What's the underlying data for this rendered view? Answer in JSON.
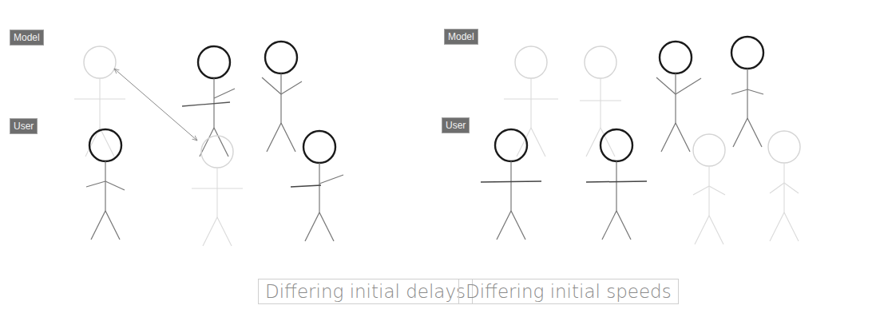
{
  "diagram": {
    "nodes": [
      {
        "text": [
          "Model"
        ]
      },
      {
        "text": [
          "Model"
        ]
      },
      {
        "text": [
          "User"
        ]
      },
      {
        "text": [
          "User"
        ]
      },
      {
        "text": [
          "Differing initial delays"
        ]
      },
      {
        "text": [
          "Differing initial speeds"
        ]
      }
    ],
    "edges": []
  }
}
